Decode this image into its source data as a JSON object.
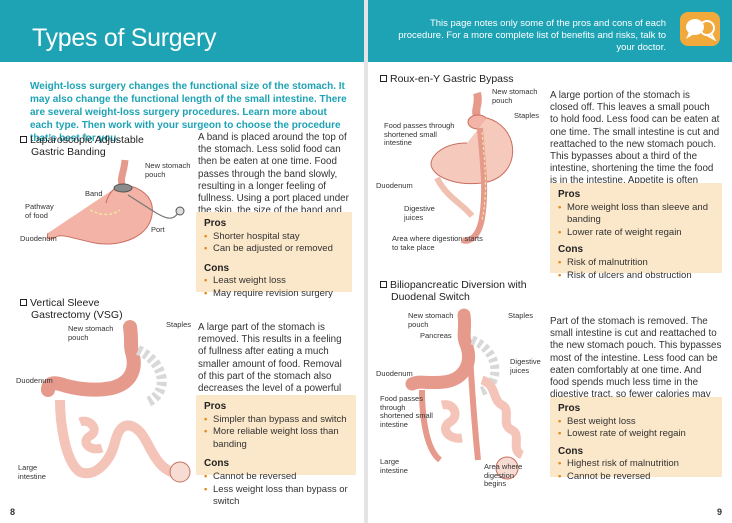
{
  "left_page": {
    "title": "Types of Surgery",
    "intro": "Weight-loss surgery changes the functional size of the stomach. It may also change the functional length of the small intestine. There are several weight-loss surgery procedures. Learn more about each type. Then work with your surgeon to choose the procedure that’s best for you.",
    "page_number": "8",
    "sections": [
      {
        "title_line1": "Laparoscopic Adjustable",
        "title_line2": "Gastric Banding",
        "description": "A band is placed around the top of the stomach. Less solid food can then be eaten at one time. Food passes through the band slowly, resulting in a longer feeling of fullness. Using a port placed under the skin, the size of the band and speed that food passes can be adjusted.",
        "pros_heading": "Pros",
        "pros": [
          "Shorter hospital stay",
          "Can be adjusted or removed"
        ],
        "cons_heading": "Cons",
        "cons": [
          "Least weight loss",
          "May require revision surgery"
        ],
        "labels": {
          "new_pouch": "New stomach pouch",
          "band": "Band",
          "pathway": "Pathway of food",
          "port": "Port",
          "duodenum": "Duodenum"
        }
      },
      {
        "title_line1": "Vertical Sleeve",
        "title_line2": "Gastrectomy (VSG)",
        "description": "A large part of the stomach is removed. This results in a feeling of fullness after eating a much smaller amount of food. Removal of this part of the stomach also decreases the level of a powerful hunger hormone.",
        "pros_heading": "Pros",
        "pros": [
          "Simpler than bypass and switch",
          "More reliable weight loss than banding"
        ],
        "cons_heading": "Cons",
        "cons": [
          "Cannot be reversed",
          "Less weight loss than bypass or switch"
        ],
        "labels": {
          "new_pouch": "New stomach pouch",
          "staples": "Staples",
          "duodenum": "Duodenum",
          "large_intestine": "Large intestine"
        }
      }
    ]
  },
  "right_page": {
    "banner_note": "This page notes only some of the pros and cons of each procedure. For a more complete list of benefits and risks, talk to your doctor.",
    "page_number": "9",
    "icon": "speech-bubbles-icon",
    "sections": [
      {
        "title": "Roux-en-Y Gastric Bypass",
        "description": "A large portion of the stomach is closed off. This leaves a small pouch to hold food. Less food can be eaten at one time. The small intestine is cut and reattached to the new stomach pouch. This bypasses about a third of the intestine, shortening the time the food is in the intestine. Appetite is often decreased.",
        "pros_heading": "Pros",
        "pros": [
          "More weight loss than sleeve and banding",
          "Lower rate of weight regain"
        ],
        "cons_heading": "Cons",
        "cons": [
          "Risk of malnutrition",
          "Risk of ulcers and obstruction"
        ],
        "labels": {
          "new_pouch": "New stomach pouch",
          "staples": "Staples",
          "food_passes": "Food passes through shortened small intestine",
          "duodenum": "Duodenum",
          "digestive_juices": "Digestive juices",
          "digestion_area": "Area where digestion starts to take place"
        }
      },
      {
        "title_line1": "Biliopancreatic Diversion with",
        "title_line2": "Duodenal Switch",
        "description": "Part of the stomach is removed. The small intestine is cut and reattached to the new stomach pouch. This bypasses most of the intestine. Less food can be eaten comfortably at one time. And food spends much less time in the digestive tract, so fewer calories may be absorbed.",
        "pros_heading": "Pros",
        "pros": [
          "Best weight loss",
          "Lowest rate of weight regain"
        ],
        "cons_heading": "Cons",
        "cons": [
          "Highest risk of malnutrition",
          "Cannot be reversed"
        ],
        "labels": {
          "new_pouch": "New stomach pouch",
          "staples": "Staples",
          "pancreas": "Pancreas",
          "duodenum": "Duodenum",
          "digestive_juices": "Digestive juices",
          "food_passes": "Food passes through shortened small intestine",
          "large_intestine": "Large intestine",
          "digestion_area": "Area where digestion begins"
        }
      }
    ]
  },
  "colors": {
    "banner": "#1ea3b5",
    "intro_text": "#1ea3b5",
    "pros_cons_bg": "#fbe7c9",
    "bullet": "#e48a1e",
    "icon_bg": "#f2a93b",
    "stomach": "#e59a8c"
  }
}
